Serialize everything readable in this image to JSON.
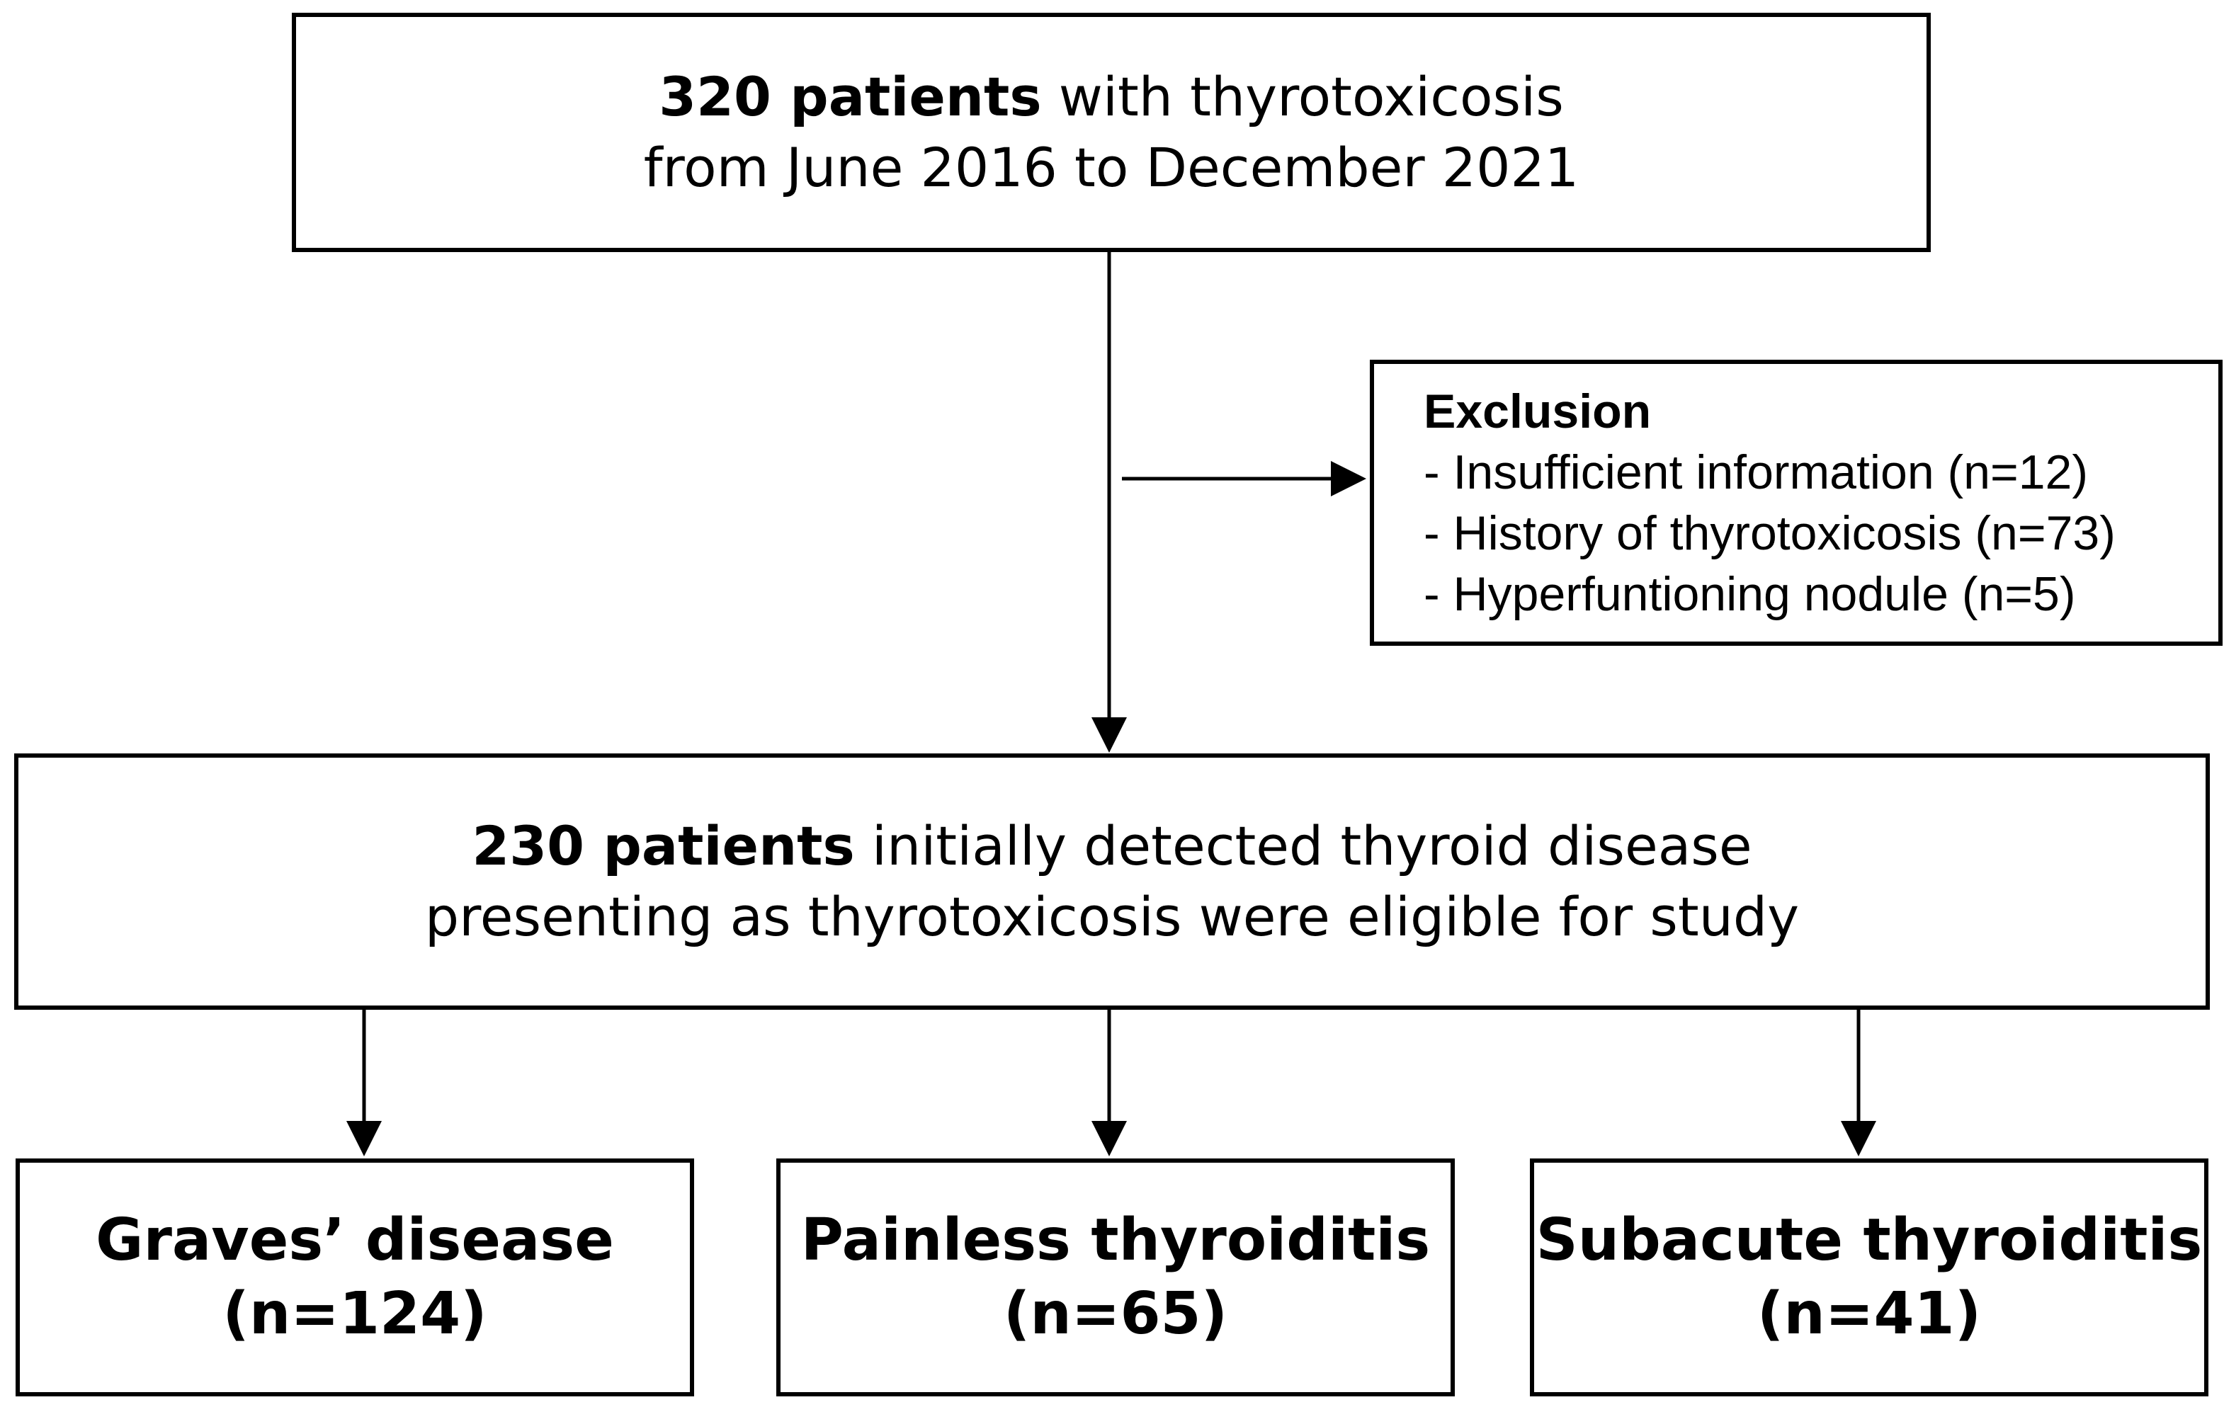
{
  "start": {
    "count": "320 patients",
    "line1_rest": " with thyrotoxicosis",
    "line2": "from June 2016 to December 2021"
  },
  "exclusion": {
    "title": "Exclusion",
    "items": [
      "- Insufficient information (n=12)",
      "- History of thyrotoxicosis (n=73)",
      "- Hyperfuntioning nodule (n=5)"
    ]
  },
  "eligible": {
    "count": "230 patients",
    "line1_rest": " initially detected thyroid disease",
    "line2": "presenting as thyrotoxicosis were eligible for study"
  },
  "groups": [
    {
      "name": "Graves’ disease",
      "n": "(n=124)"
    },
    {
      "name": "Painless thyroiditis",
      "n": "(n=65)"
    },
    {
      "name": "Subacute thyroiditis",
      "n": "(n=41)"
    }
  ]
}
